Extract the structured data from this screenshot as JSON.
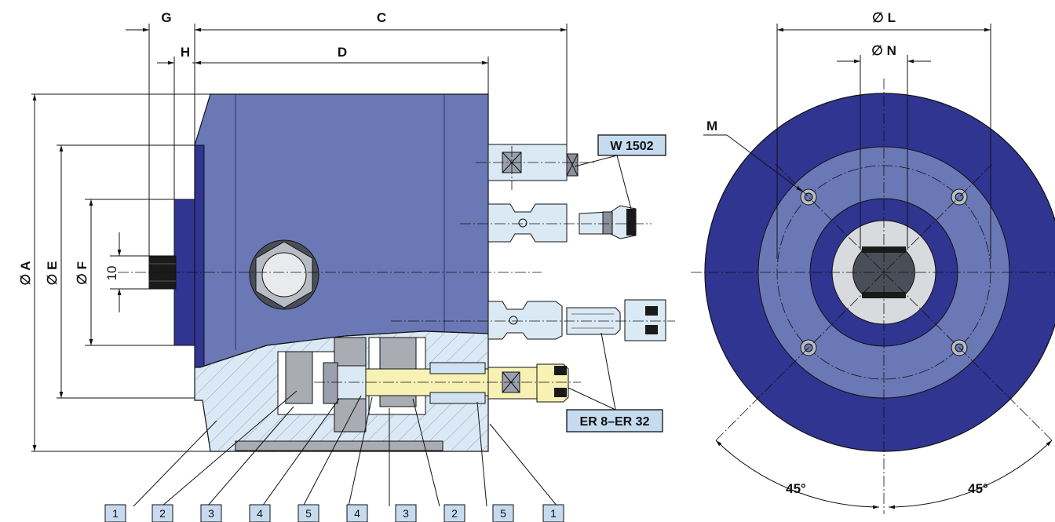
{
  "dimensions": {
    "G": "G",
    "C": "C",
    "H": "H",
    "D": "D",
    "A": "∅ A",
    "E": "∅ E",
    "F": "∅ F",
    "ten": "10",
    "L": "∅ L",
    "N": "∅ N",
    "M": "M",
    "angle_left": "45°",
    "angle_right": "45°"
  },
  "tags": {
    "w1502": "W 1502",
    "er": "ER 8–ER 32"
  },
  "part_numbers": [
    "1",
    "2",
    "3",
    "4",
    "5",
    "4",
    "3",
    "2",
    "5",
    "1"
  ],
  "colors": {
    "body_blue": "#6a78b6",
    "dark_blue": "#2f3590",
    "light_cyan": "#dbe9f5",
    "steel_grey": "#a9adb3",
    "brass": "#f7f2b4",
    "tag_fill": "#c6dbef"
  }
}
